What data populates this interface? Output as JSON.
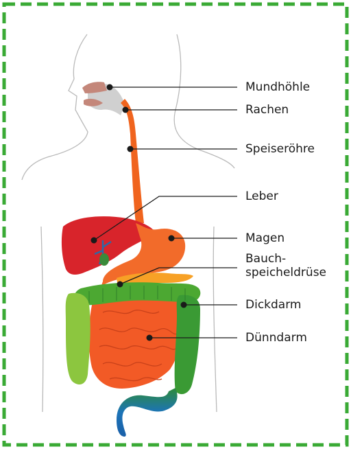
{
  "labels": {
    "mundhoehle": "Mundhöhle",
    "rachen": "Rachen",
    "speiseroehre": "Speiseröhre",
    "leber": "Leber",
    "magen": "Magen",
    "bauch_line1": "Bauch-",
    "bauch_line2": "speicheldrüse",
    "dickdarm": "Dickdarm",
    "duenndarm": "Dünndarm"
  },
  "colors": {
    "border": "#3aaa35",
    "esophagus": "#f0641e",
    "liver": "#d8242b",
    "stomach": "#f26b2a",
    "colon": "#4ca832",
    "small_intestine": "#f25a26",
    "rectum": "#1c74b8",
    "outline": "#b3b3b3"
  }
}
